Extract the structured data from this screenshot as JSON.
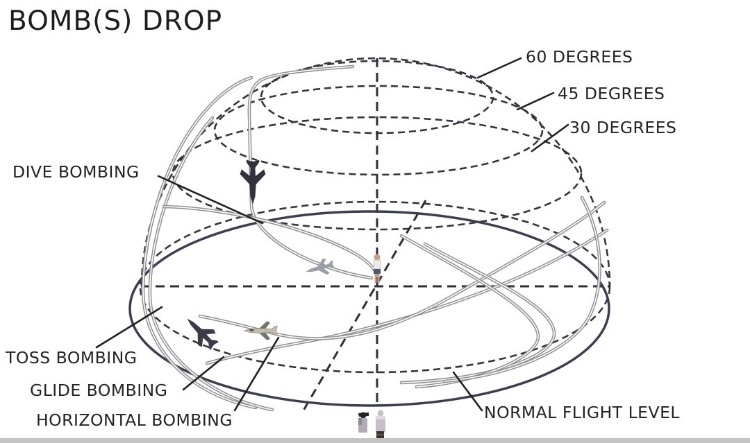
{
  "title": "BOMB(S) DROP",
  "labels": {
    "deg60": "60 DEGREES",
    "deg45": "45 DEGREES",
    "deg30": "30 DEGREES",
    "dive": "DIVE BOMBING",
    "toss": "TOSS BOMBING",
    "glide": "GLIDE BOMBING",
    "horizontal": "HORIZONTAL BOMBING",
    "normal": "NORMAL FLIGHT LEVEL"
  },
  "colors": {
    "ink": "#222222",
    "dashed_lines": "#34343e",
    "ground_ellipse": "#3d3d52",
    "flight_path": "#8f8f8f",
    "leader_line": "#1f1f1f",
    "background": "#ffffff"
  },
  "figures": {
    "aircraft": [
      "dive-bomber-aircraft",
      "toss-bomber-aircraft",
      "level-bomber-aircraft",
      "banked-aircraft"
    ],
    "people": [
      "target-person",
      "observer-person-left",
      "observer-person-right"
    ]
  }
}
